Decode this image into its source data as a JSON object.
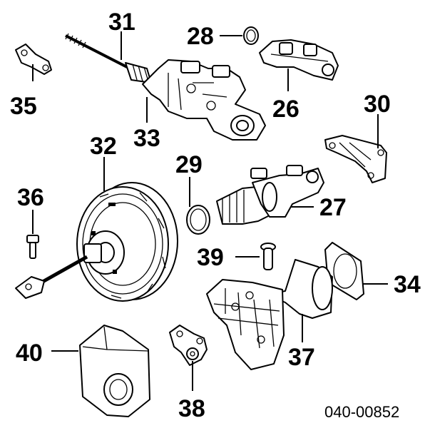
{
  "diagram": {
    "callouts": {
      "c26": "26",
      "c27": "27",
      "c28": "28",
      "c29": "29",
      "c30": "30",
      "c31": "31",
      "c32": "32",
      "c33": "33",
      "c34": "34",
      "c35": "35",
      "c36": "36",
      "c37": "37",
      "c38": "38",
      "c39": "39",
      "c40": "40"
    },
    "figure_code": "040-00852"
  }
}
